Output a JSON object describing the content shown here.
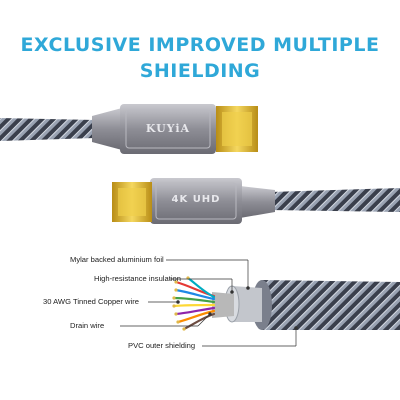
{
  "headline": {
    "line1": "EXCLUSIVE IMPROVED MULTIPLE",
    "line2": "SHIELDING"
  },
  "plugs": {
    "top_brand": "KUYiA",
    "bottom_badge": "4K UHD"
  },
  "labels": [
    "Mylar backed aluminium foil",
    "High-resistance insulation",
    "30 AWG Tinned Copper wire",
    "Drain wire",
    "PVC outer shielding"
  ],
  "colors": {
    "headline": "#2fa8d8",
    "connector_gold": "#e8c23a",
    "housing": "#8e8e96",
    "braid": "#8a94a4"
  }
}
